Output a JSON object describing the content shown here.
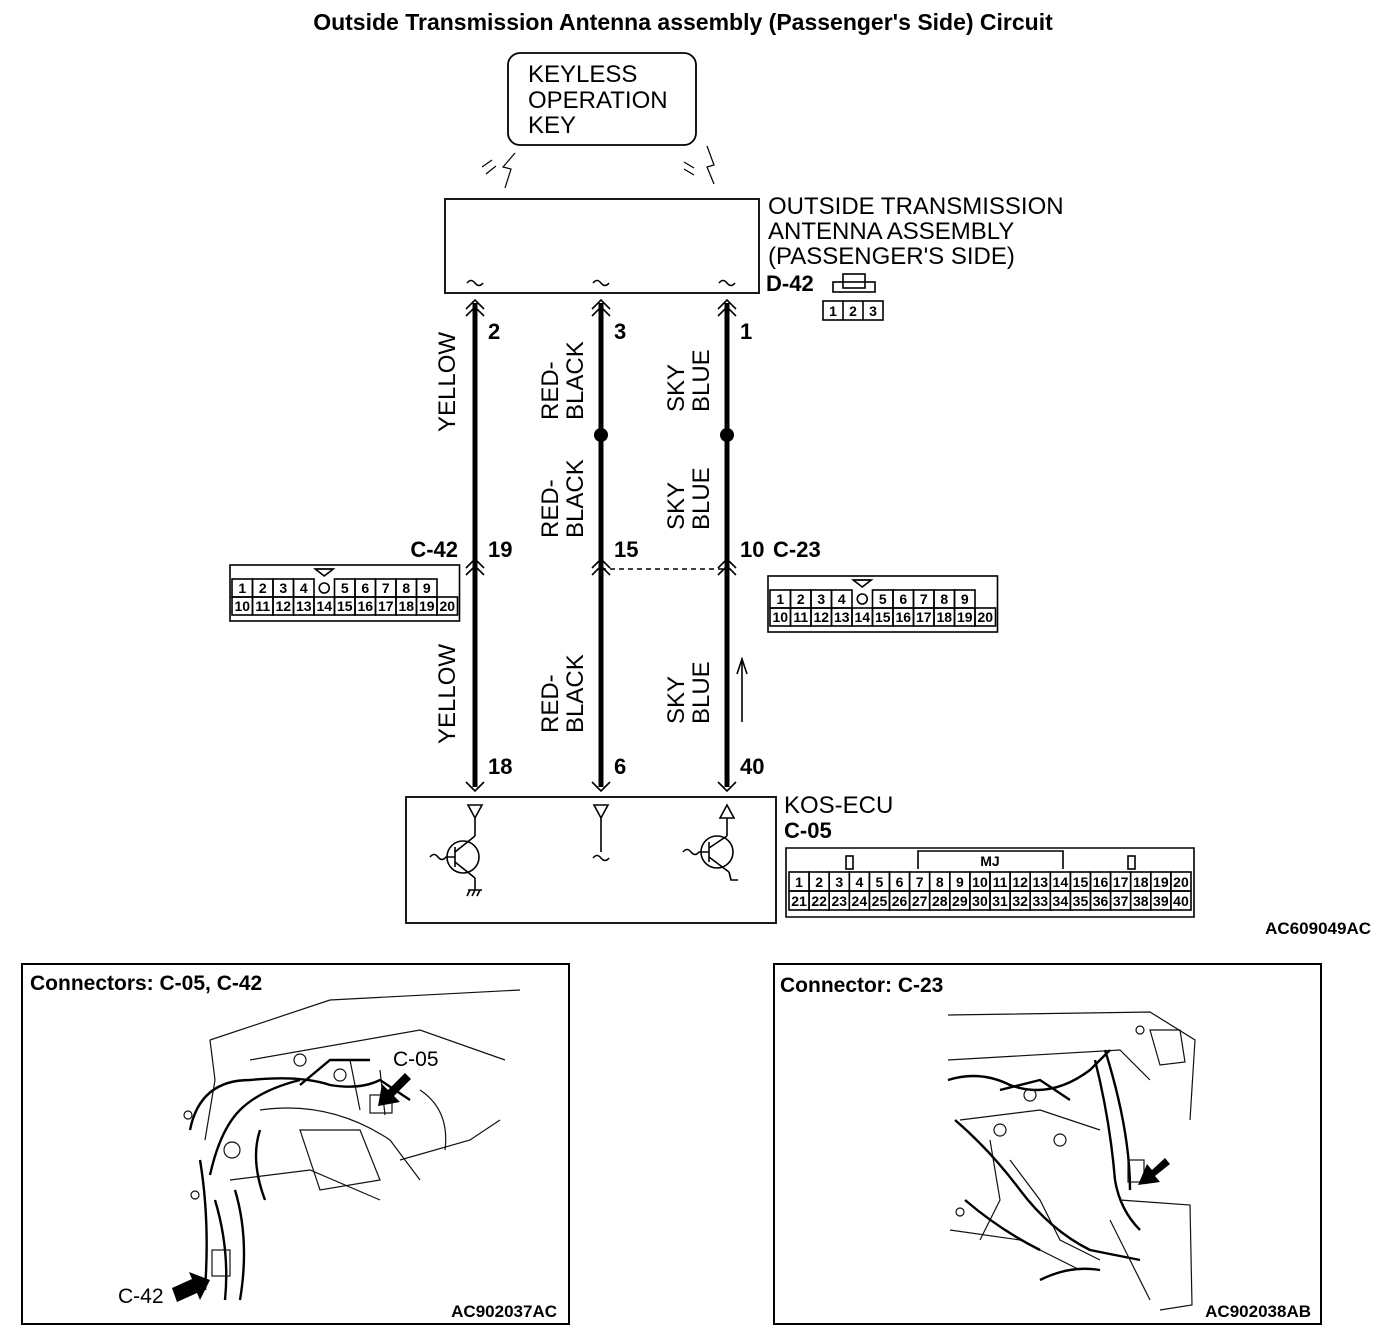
{
  "title": "Outside Transmission Antenna assembly (Passenger's Side) Circuit",
  "key_box": {
    "lines": [
      "KEYLESS",
      "OPERATION",
      "KEY"
    ]
  },
  "antenna": {
    "lines": [
      "OUTSIDE TRANSMISSION",
      "ANTENNA ASSEMBLY",
      "(PASSENGER'S SIDE)"
    ],
    "connector": "D-42",
    "connector_pins": [
      "1",
      "2",
      "3"
    ]
  },
  "wires": [
    {
      "top_pin": "2",
      "mid_pin": "19",
      "bottom_pin": "18",
      "upper_color": [
        "YELLOW"
      ],
      "middle_color": [],
      "lower_color": [
        "YELLOW"
      ],
      "splice": false
    },
    {
      "top_pin": "3",
      "mid_pin": "15",
      "bottom_pin": "6",
      "upper_color": [
        "RED-",
        "BLACK"
      ],
      "middle_color": [
        "RED-",
        "BLACK"
      ],
      "lower_color": [
        "RED-",
        "BLACK"
      ],
      "splice": true
    },
    {
      "top_pin": "1",
      "mid_pin": "10",
      "bottom_pin": "40",
      "upper_color": [
        "SKY",
        "BLUE"
      ],
      "middle_color": [
        "SKY",
        "BLUE"
      ],
      "lower_color": [
        "SKY",
        "BLUE"
      ],
      "splice": true
    }
  ],
  "c42": {
    "name": "C-42",
    "row1": [
      "1",
      "2",
      "3",
      "4",
      "",
      "5",
      "6",
      "7",
      "8",
      "9"
    ],
    "row2": [
      "10",
      "11",
      "12",
      "13",
      "14",
      "15",
      "16",
      "17",
      "18",
      "19",
      "20"
    ]
  },
  "c23": {
    "name": "C-23",
    "row1": [
      "1",
      "2",
      "3",
      "4",
      "",
      "5",
      "6",
      "7",
      "8",
      "9"
    ],
    "row2": [
      "10",
      "11",
      "12",
      "13",
      "14",
      "15",
      "16",
      "17",
      "18",
      "19",
      "20"
    ]
  },
  "ecu": {
    "name": "KOS-ECU",
    "connector": "C-05",
    "connector_tag": "MJ",
    "row1": [
      "1",
      "2",
      "3",
      "4",
      "5",
      "6",
      "7",
      "8",
      "9",
      "10",
      "11",
      "12",
      "13",
      "14",
      "15",
      "16",
      "17",
      "18",
      "19",
      "20"
    ],
    "row2": [
      "21",
      "22",
      "23",
      "24",
      "25",
      "26",
      "27",
      "28",
      "29",
      "30",
      "31",
      "32",
      "33",
      "34",
      "35",
      "36",
      "37",
      "38",
      "39",
      "40"
    ]
  },
  "figure_code": "AC609049AC",
  "inset_left": {
    "title": "Connectors: C-05, C-42",
    "callout_a": "C-05",
    "callout_b": "C-42",
    "code": "AC902037AC"
  },
  "inset_right": {
    "title": "Connector: C-23",
    "code": "AC902038AB"
  }
}
